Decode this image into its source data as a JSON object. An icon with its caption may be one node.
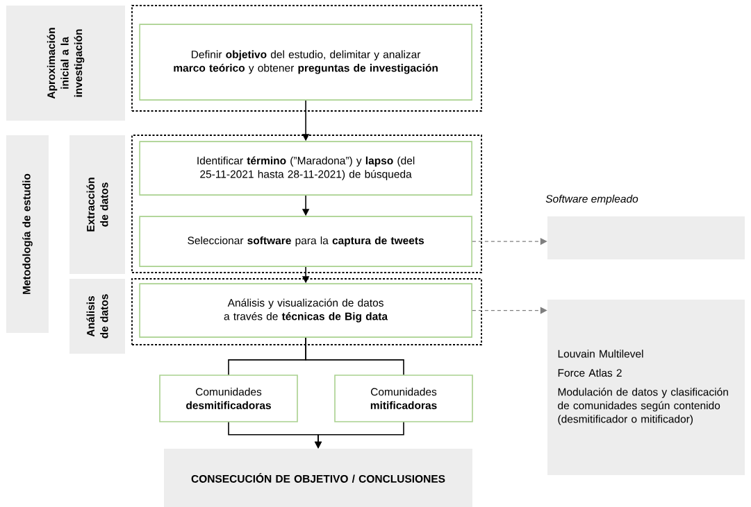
{
  "diagram": {
    "nodes": [
      {
        "text": [
          "Aproximación inicial a la investigación"
        ]
      },
      {
        "text": [],
        "shape": "box"
      },
      {
        "text": [
          "Definir **objetivo** del estudio, delimitar y analizar **marco teórico** y obtener **preguntas de investigación**"
        ],
        "in": 1
      },
      {
        "text": [
          "Metodología de estudio"
        ]
      },
      {
        "text": [
          "Extracción de datos"
        ]
      },
      {
        "text": [],
        "shape": "box"
      },
      {
        "text": [
          "Identificar **término** (”Maradona”) y **lapso** (del 25-11-2021 hasta 28-11-2021) de búsqueda"
        ],
        "in": 5
      },
      {
        "text": [
          "Seleccionar **software** para la **captura de tweets**"
        ],
        "in": 5
      },
      {
        "text": [
          "Análisis de datos"
        ]
      },
      {
        "text": [],
        "shape": "box"
      },
      {
        "text": [
          "Análisis y visualización de datos a través de **técnicas de Big data**"
        ],
        "in": 9
      },
      {
        "text": [
          "Comunidades **desmitificadoras**"
        ]
      },
      {
        "text": [
          "Comunidades **mitificadoras**"
        ]
      },
      {
        "text": [
          "CONSECUCIÓN DE OBJETIVO / CONCLUSIONES"
        ]
      },
      {
        "text": [],
        "shape": "box"
      },
      {
        "text": [
          "Louvain Multilevel",
          "Force Atlas 2",
          "Modulación de datos y clasificación de comunidades según contenido (desmitificador o mitificador)"
        ]
      }
    ],
    "edges": [
      {
        "from": 2,
        "to": 6,
        "arrow": "to"
      },
      {
        "from": 6,
        "to": 7,
        "arrow": "to"
      },
      {
        "from": 7,
        "to": 10,
        "arrow": "to"
      },
      {
        "from": 7,
        "to": 14,
        "arrow": "to",
        "style": "dashed",
        "color": "#7f7f7f"
      },
      {
        "from": 10,
        "to": 15,
        "arrow": "to",
        "style": "dashed",
        "color": "#7f7f7f"
      },
      {
        "from": 10,
        "to": 11,
        "arrow": "none"
      },
      {
        "from": 10,
        "to": 12,
        "arrow": "none"
      },
      {
        "from": 11,
        "to": 13,
        "arrow": "to"
      },
      {
        "from": 12,
        "to": 13,
        "arrow": "to"
      }
    ],
    "labels": [
      "Software empleado"
    ]
  }
}
